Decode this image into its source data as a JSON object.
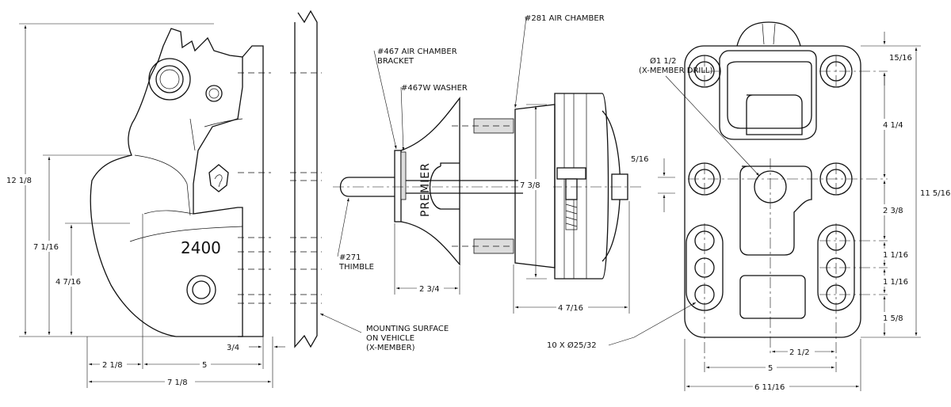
{
  "side_view": {
    "model_number": "2400",
    "dimensions": {
      "overall_height": "12 1/8",
      "height_to_jaw": "7 1/16",
      "height_to_lower_hole": "4 7/16",
      "offset_left": "2 1/8",
      "bolt_spacing": "5",
      "overall_width": "7 1/8",
      "flange": "3/4"
    }
  },
  "mounting": {
    "label": "MOUNTING SURFACE\nON VEHICLE\n(X-MEMBER)"
  },
  "air_chamber_view": {
    "brand": "PREMIER",
    "callouts": {
      "air_chamber": "#281 AIR CHAMBER",
      "bracket": "#467 AIR CHAMBER\nBRACKET",
      "washer": "#467W WASHER",
      "thimble": "#271\nTHIMBLE"
    },
    "dimensions": {
      "bracket_depth": "2 3/4",
      "chamber_length": "4 7/16",
      "chamber_height": "7 3/8",
      "stud_offset": "5/16"
    }
  },
  "rear_view": {
    "callouts": {
      "drill": "Ø1 1/2\n(X-MEMBER DRILL)",
      "holes": "10 X Ø25/32"
    },
    "dimensions": {
      "top_edge": "15/16",
      "upper_spacing": "4 1/4",
      "overall_height": "11 5/16",
      "middle_spacing": "2 3/8",
      "slot_spacing_1": "1 1/16",
      "slot_spacing_2": "1 1/16",
      "bottom_edge": "1 5/8",
      "center_offset": "2 1/2",
      "hole_spacing": "5",
      "overall_width": "6 11/16"
    }
  }
}
